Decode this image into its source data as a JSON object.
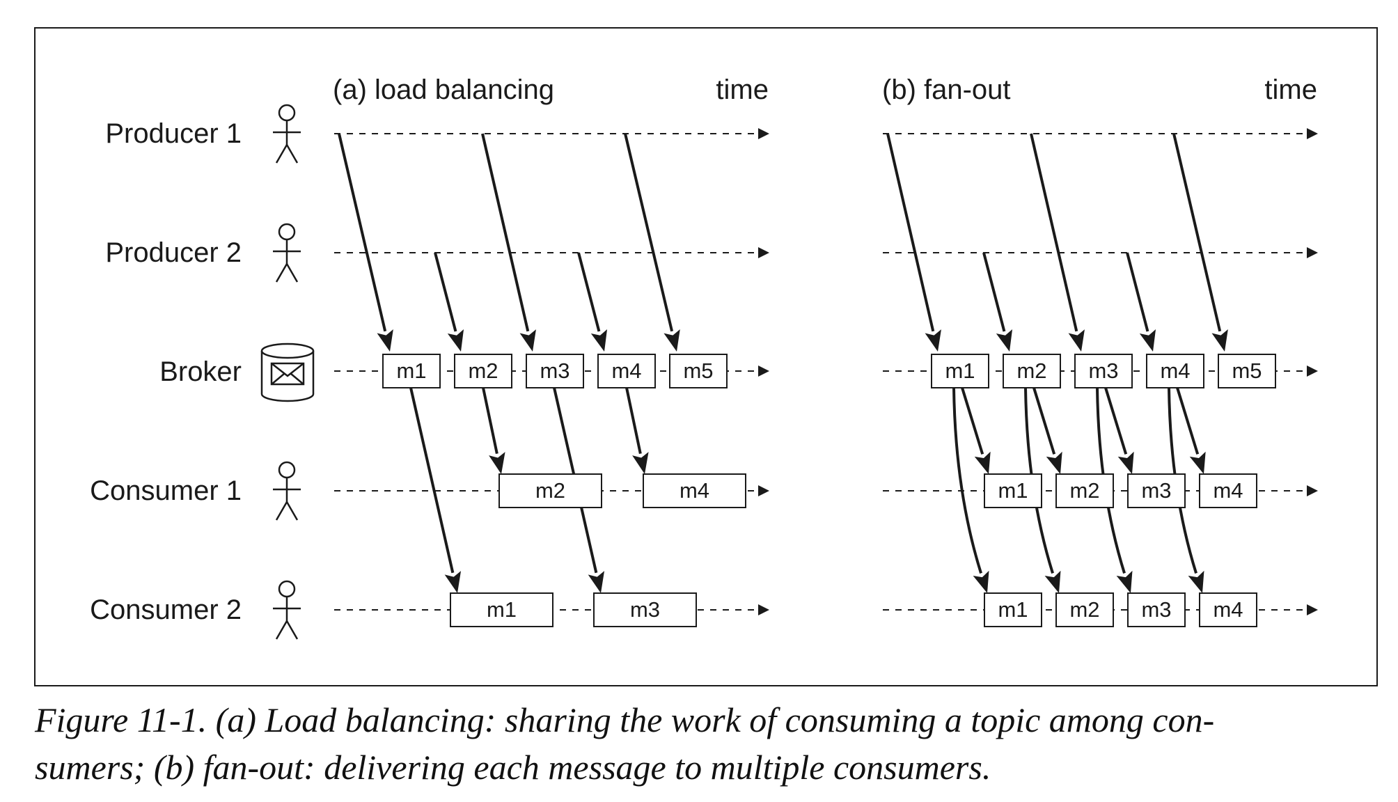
{
  "panels": [
    {
      "title": "(a) load balancing",
      "time_label": "time",
      "broker_messages": [
        "m1",
        "m2",
        "m3",
        "m4",
        "m5"
      ],
      "consumer1_messages": [
        "m2",
        "m4"
      ],
      "consumer2_messages": [
        "m1",
        "m3"
      ]
    },
    {
      "title": "(b) fan-out",
      "time_label": "time",
      "broker_messages": [
        "m1",
        "m2",
        "m3",
        "m4",
        "m5"
      ],
      "consumer1_messages": [
        "m1",
        "m2",
        "m3",
        "m4"
      ],
      "consumer2_messages": [
        "m1",
        "m2",
        "m3",
        "m4"
      ]
    }
  ],
  "rows": {
    "producer1": "Producer 1",
    "producer2": "Producer 2",
    "broker": "Broker",
    "consumer1": "Consumer 1",
    "consumer2": "Consumer 2"
  },
  "caption": {
    "line1": "Figure 11-1. (a) Load balancing: sharing the work of consuming a topic among con-",
    "line2": "sumers; (b) fan-out: delivering each message to multiple consumers."
  },
  "colors": {
    "ink": "#1a1a1a",
    "background": "#ffffff"
  }
}
